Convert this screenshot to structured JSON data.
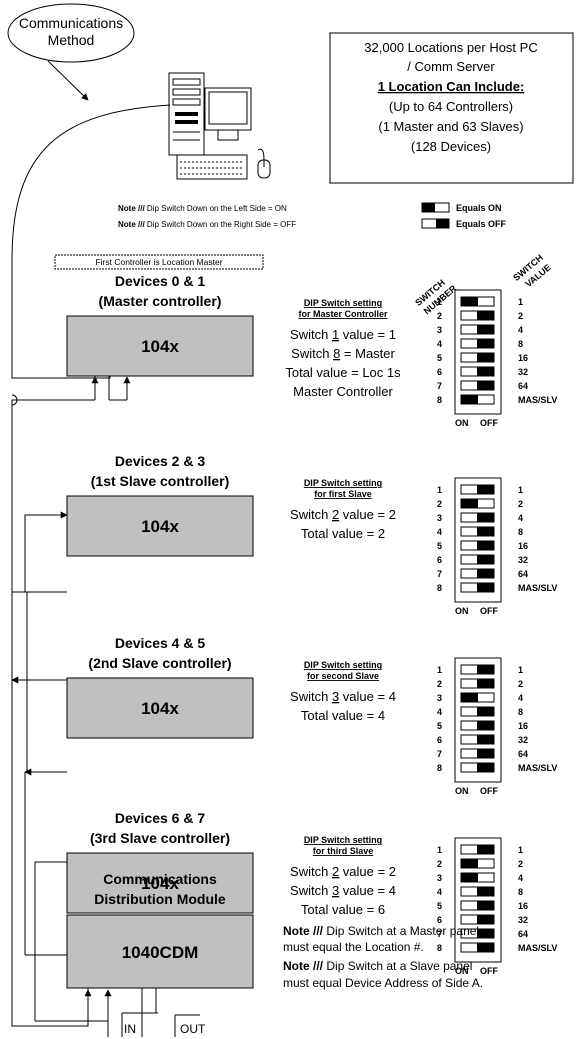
{
  "comm_method": {
    "line1": "Communications",
    "line2": "Method"
  },
  "host_info": {
    "line1": "32,000 Locations per Host PC",
    "line2": "/ Comm Server",
    "line3": "1 Location Can Include:",
    "line4": "(Up to 64 Controllers)",
    "line5": "(1 Master and 63 Slaves)",
    "line6": "(128 Devices)"
  },
  "notes_top": {
    "note1_label": "Note ///",
    "note1_text": "Dip Switch Down on the Left Side  = ON",
    "note2_label": "Note ///",
    "note2_text": "Dip Switch Down on the Right Side  = OFF",
    "equals_on": "Equals ON",
    "equals_off": "Equals OFF"
  },
  "first_controller_note": "First Controller is Location Master",
  "column_headers": {
    "switch_number_1": "SWITCH",
    "switch_number_2": "NUMBER",
    "switch_value_1": "SWITCH",
    "switch_value_2": "VALUE"
  },
  "switch_numbers": [
    "1",
    "2",
    "3",
    "4",
    "5",
    "6",
    "7",
    "8"
  ],
  "switch_values": [
    "1",
    "2",
    "4",
    "8",
    "16",
    "32",
    "64",
    "MAS/SLV"
  ],
  "on_label": "ON",
  "off_label": "OFF",
  "sections": [
    {
      "title1": "Devices 0 & 1",
      "title2": "(Master controller)",
      "box": "104x",
      "dip_title1": "DIP Switch setting",
      "dip_title2": "for Master Controller",
      "desc": [
        {
          "pre": "Switch ",
          "u": "1",
          "post": " value = 1"
        },
        {
          "pre": "Switch ",
          "u": "8",
          "post": " = Master"
        },
        {
          "pre": "Total value = Loc 1s",
          "u": "",
          "post": ""
        },
        {
          "pre": "Master Controller",
          "u": "",
          "post": ""
        }
      ],
      "switches_on": [
        true,
        false,
        false,
        false,
        false,
        false,
        false,
        true
      ]
    },
    {
      "title1": "Devices 2 & 3",
      "title2": "(1st Slave controller)",
      "box": "104x",
      "dip_title1": "DIP Switch setting",
      "dip_title2": "for first Slave",
      "desc": [
        {
          "pre": "Switch ",
          "u": "2",
          "post": " value = 2"
        },
        {
          "pre": "Total value = 2",
          "u": "",
          "post": ""
        }
      ],
      "switches_on": [
        false,
        true,
        false,
        false,
        false,
        false,
        false,
        false
      ]
    },
    {
      "title1": "Devices 4 & 5",
      "title2": "(2nd Slave controller)",
      "box": "104x",
      "dip_title1": "DIP Switch setting",
      "dip_title2": "for second Slave",
      "desc": [
        {
          "pre": "Switch ",
          "u": "3",
          "post": " value = 4"
        },
        {
          "pre": "Total value = 4",
          "u": "",
          "post": ""
        }
      ],
      "switches_on": [
        false,
        false,
        true,
        false,
        false,
        false,
        false,
        false
      ]
    },
    {
      "title1": "Devices 6 & 7",
      "title2": "(3rd Slave controller)",
      "box": "104x",
      "dip_title1": "DIP Switch setting",
      "dip_title2": "for third Slave",
      "desc": [
        {
          "pre": "Switch ",
          "u": "2",
          "post": " value = 2"
        },
        {
          "pre": "Switch ",
          "u": "3",
          "post": " value = 4"
        },
        {
          "pre": "Total value = 6",
          "u": "",
          "post": ""
        }
      ],
      "switches_on": [
        false,
        true,
        true,
        false,
        false,
        false,
        false,
        false
      ]
    }
  ],
  "cdm": {
    "title1": "Communications",
    "title2": "Distribution Module",
    "box": "1040CDM",
    "in_label": "IN",
    "out_label": "OUT"
  },
  "bottom_notes": {
    "note1_label": "Note ///",
    "note1_line1": "Dip Switch at a Master panel",
    "note1_line2": "must equal the Location #.",
    "note2_label": "Note ///",
    "note2_line1": "Dip Switch at a Slave panel",
    "note2_line2": "must equal Device Address of Side A."
  },
  "colors": {
    "box_fill": "#c0c0c0",
    "line": "#000000"
  }
}
